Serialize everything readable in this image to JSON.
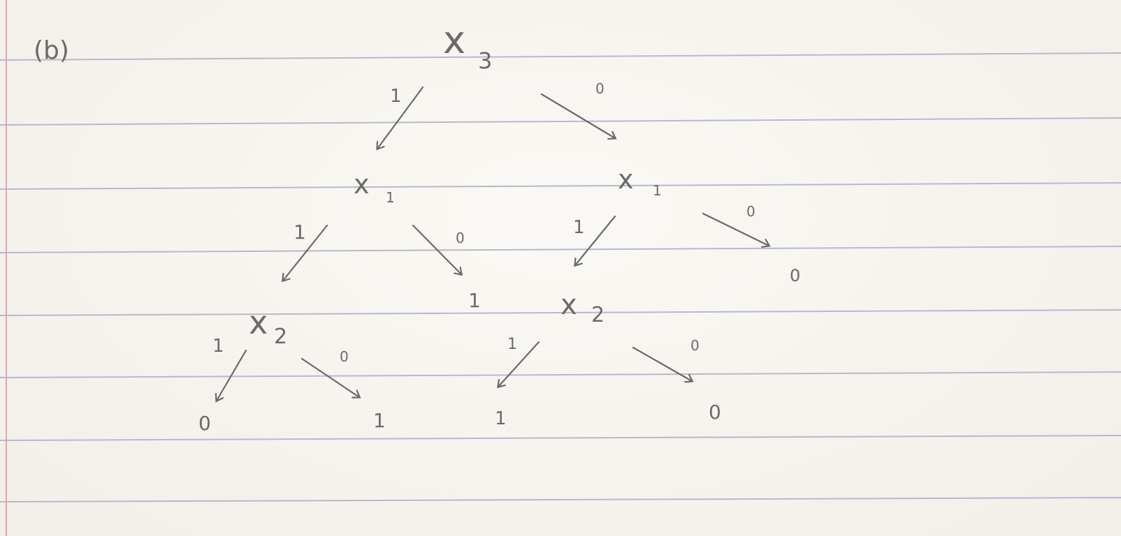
{
  "label": "(b)",
  "colors": {
    "paper": "#f6f3ee",
    "rule_line": "#b9b7cf",
    "margin_line": "#e7a2a6",
    "pencil": "#6a6a6a"
  },
  "tree": {
    "root": {
      "var": "x",
      "sub": "3"
    },
    "left": {
      "var": "x",
      "sub": "1",
      "left": {
        "var": "x",
        "sub": "2",
        "left_leaf": "0",
        "right_leaf": "1"
      },
      "right_leaf": "1"
    },
    "right": {
      "var": "x",
      "sub": "1",
      "left": {
        "var": "x",
        "sub": "2",
        "left_leaf": "1",
        "right_leaf": "0"
      },
      "right_leaf": "0"
    }
  },
  "edge_labels": {
    "one": "1",
    "zero": "0"
  }
}
